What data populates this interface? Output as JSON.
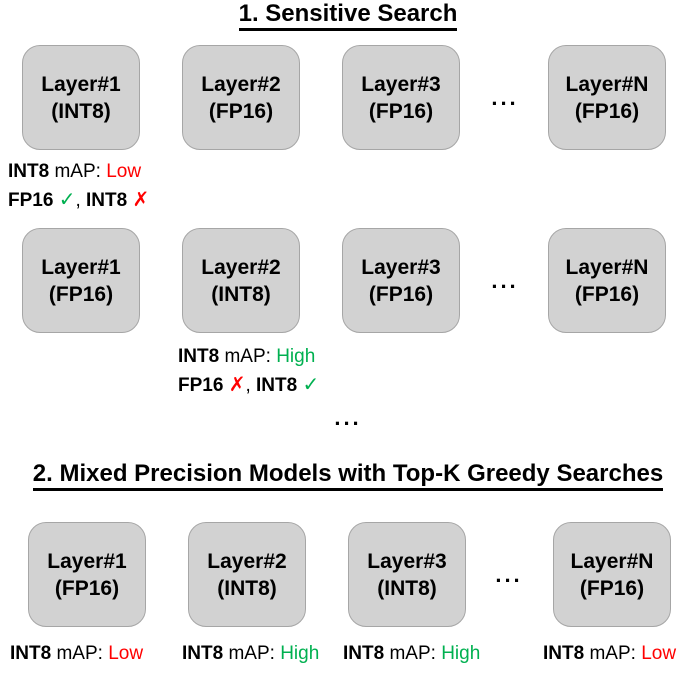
{
  "colors": {
    "box-fill": "#d2d2d2",
    "box-border": "#a6a6a6",
    "green": "#00b050",
    "red": "#ff0000",
    "ink": "#000000"
  },
  "section1": {
    "title": "1. Sensitive Search",
    "row1": {
      "boxes": [
        {
          "name": "Layer#1",
          "precision": "(INT8)"
        },
        {
          "name": "Layer#2",
          "precision": "(FP16)"
        },
        {
          "name": "Layer#3",
          "precision": "(FP16)"
        },
        {
          "name": "Layer#N",
          "precision": "(FP16)"
        }
      ],
      "dots": "...",
      "note": {
        "map_bold": "INT8",
        "map_label": " mAP: ",
        "map_value": "Low",
        "v_b1": "FP16 ",
        "v_m1": "✓",
        "v_sep": ", ",
        "v_b2": "INT8 ",
        "v_m2": "✗"
      }
    },
    "row2": {
      "boxes": [
        {
          "name": "Layer#1",
          "precision": "(FP16)"
        },
        {
          "name": "Layer#2",
          "precision": "(INT8)"
        },
        {
          "name": "Layer#3",
          "precision": "(FP16)"
        },
        {
          "name": "Layer#N",
          "precision": "(FP16)"
        }
      ],
      "dots": "...",
      "note": {
        "map_bold": "INT8",
        "map_label": " mAP: ",
        "map_value": "High",
        "v_b1": "FP16 ",
        "v_m1": "✗",
        "v_sep": ", ",
        "v_b2": "INT8 ",
        "v_m2": "✓"
      }
    },
    "dots_between": "..."
  },
  "section2": {
    "title": "2. Mixed Precision Models with Top-K Greedy Searches",
    "row": {
      "boxes": [
        {
          "name": "Layer#1",
          "precision": "(FP16)"
        },
        {
          "name": "Layer#2",
          "precision": "(INT8)"
        },
        {
          "name": "Layer#3",
          "precision": "(INT8)"
        },
        {
          "name": "Layer#N",
          "precision": "(FP16)"
        }
      ],
      "dots": "..."
    },
    "notes": [
      {
        "bold": "INT8",
        "label": " mAP: ",
        "value": "Low"
      },
      {
        "bold": "INT8",
        "label": " mAP: ",
        "value": "High"
      },
      {
        "bold": "INT8",
        "label": " mAP: ",
        "value": "High"
      },
      {
        "bold": "INT8",
        "label": " mAP: ",
        "value": "Low"
      }
    ]
  }
}
